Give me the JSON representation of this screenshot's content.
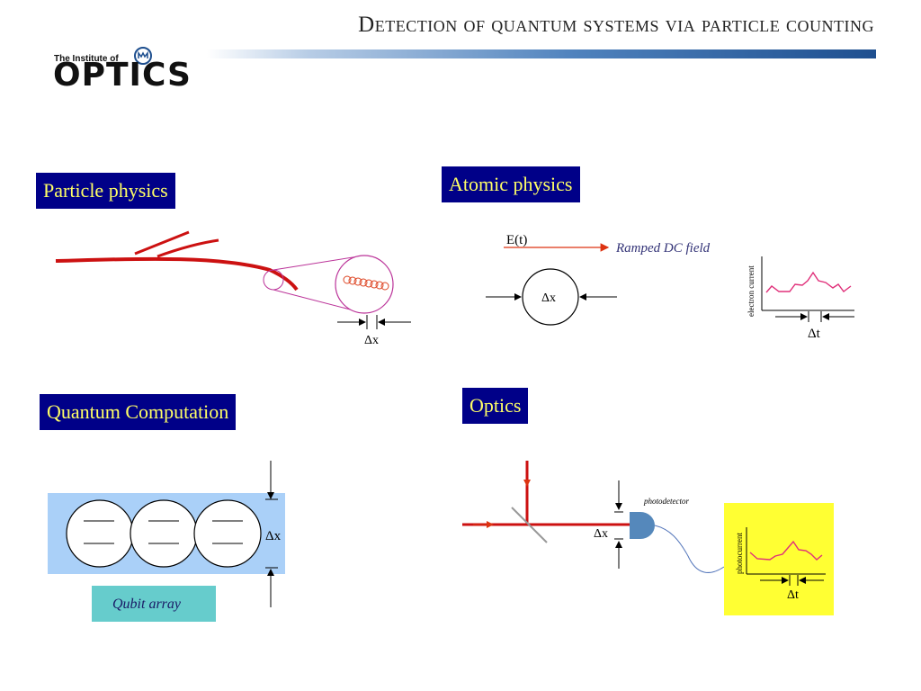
{
  "header": {
    "title": "Detection of quantum systems via particle counting",
    "logo": {
      "line1": "The Institute of",
      "line2": "OPTICS"
    }
  },
  "sections": {
    "particle": {
      "label": "Particle physics",
      "delta": "Δx"
    },
    "atomic": {
      "label": "Atomic physics",
      "field_label": "E(t)",
      "field_caption": "Ramped DC field",
      "delta": "Δx",
      "plot_ylabel": "electron current",
      "plot_delta": "Δt"
    },
    "quantum": {
      "label": "Quantum Computation",
      "delta": "Δx",
      "caption": "Qubit array"
    },
    "optics": {
      "label": "Optics",
      "detector_label": "photodetector",
      "delta": "Δx",
      "plot_ylabel": "photocurrent",
      "plot_delta": "Δt"
    }
  },
  "colors": {
    "label_bg": "#000088",
    "label_text": "#ffff66",
    "beam": "#cc1111",
    "trace": "#e0307a",
    "qubit_bg": "#aad0f8",
    "caption_bg": "#66cccc",
    "plot_bg": "#ffff33",
    "detector": "#5588bb"
  }
}
